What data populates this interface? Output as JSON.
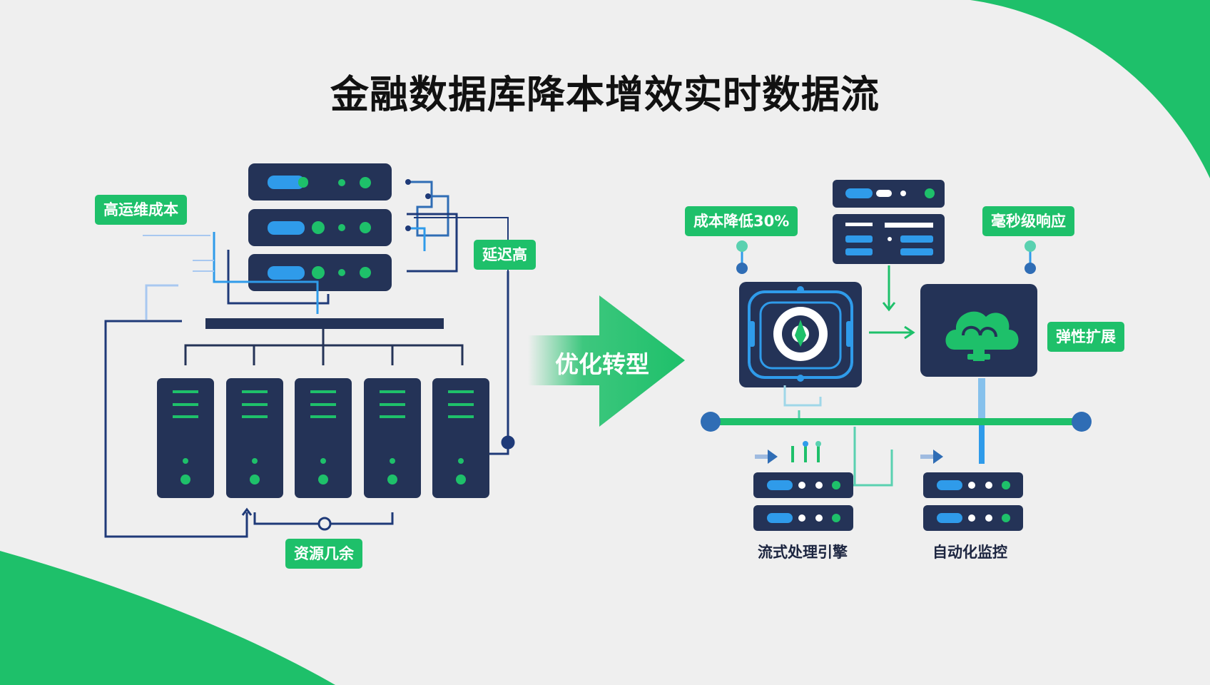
{
  "title": "金融数据库降本增效实时数据流",
  "legacy": {
    "tag_ops_cost": "高运维成本",
    "tag_latency": "延迟高",
    "tag_redundancy": "资源几余"
  },
  "transition": {
    "label": "优化转型"
  },
  "optimized": {
    "tag_cost_down": "成本降低30%",
    "tag_ms_response": "毫秒级响应",
    "tag_elastic": "弹性扩展",
    "caption_stream": "流式处理引擎",
    "caption_monitor": "自动化监控"
  },
  "colors": {
    "navy": "#243357",
    "green": "#1ec06a",
    "blue": "#2f9bea",
    "background": "#efefef"
  },
  "icons": [
    "server-icon",
    "cloud-icon",
    "gear-brain-icon",
    "arrow-right-icon"
  ]
}
